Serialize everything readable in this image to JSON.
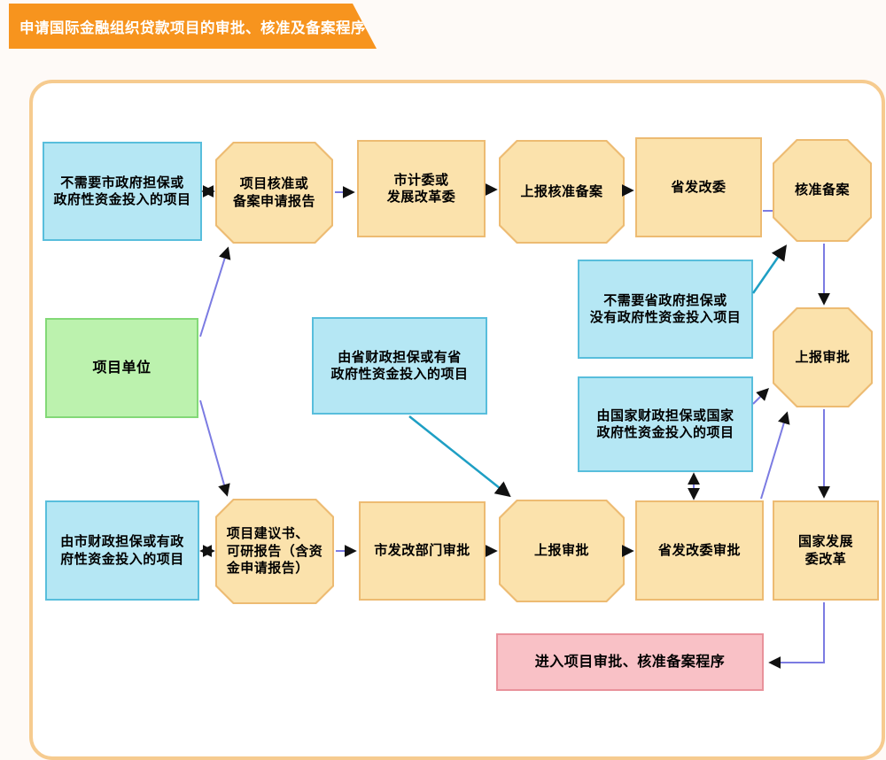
{
  "header": {
    "title": "申请国际金融组织贷款项目的审批、核准及备案程序"
  },
  "colors": {
    "banner": "#F7941E",
    "frame_border": "#F6CB8F",
    "blue_fill": "#B5E7F4",
    "blue_border": "#58BEDC",
    "orange_fill": "#FBE2AC",
    "orange_border": "#EDBB72",
    "green_fill": "#BCF2AE",
    "green_border": "#83D977",
    "pink_fill": "#F9C1C6",
    "pink_border": "#E9929B",
    "arrow_purple": "#7B7BE2",
    "arrow_teal": "#1E9FC4",
    "arrow_head": "#111111"
  },
  "nodes": {
    "no_city_guarantee": {
      "label": "不需要市政府担保或\n政府性资金投入的项目"
    },
    "approval_report": {
      "label": "项目核准或\n备案申请报告"
    },
    "city_planning": {
      "label": "市计委或\n发展改革委"
    },
    "submit_approval_filing": {
      "label": "上报核准备案"
    },
    "provincial_drc": {
      "label": "省发改委"
    },
    "approval_filing": {
      "label": "核准备案"
    },
    "project_unit": {
      "label": "项目单位"
    },
    "provincial_guarantee": {
      "label": "由省财政担保或有省\n政府性资金投入的项目"
    },
    "no_provincial_guarantee": {
      "label": "不需要省政府担保或\n没有政府性资金投入项目"
    },
    "national_guarantee": {
      "label": "由国家财政担保或国家\n政府性资金投入的项目"
    },
    "submit_approval_right": {
      "label": "上报审批"
    },
    "city_guarantee": {
      "label": "由市财政担保或有政\n府性资金投入的项目"
    },
    "project_proposal": {
      "label": "项目建议书、\n可研报告（含资\n金申请报告）"
    },
    "city_drc_approval": {
      "label": "市发改部门审批"
    },
    "submit_approval_bottom": {
      "label": "上报审批"
    },
    "provincial_drc_approval": {
      "label": "省发改委审批"
    },
    "national_drc": {
      "label": "国家发展\n委改革"
    },
    "enter_procedure": {
      "label": "进入项目审批、核准备案程序"
    }
  }
}
